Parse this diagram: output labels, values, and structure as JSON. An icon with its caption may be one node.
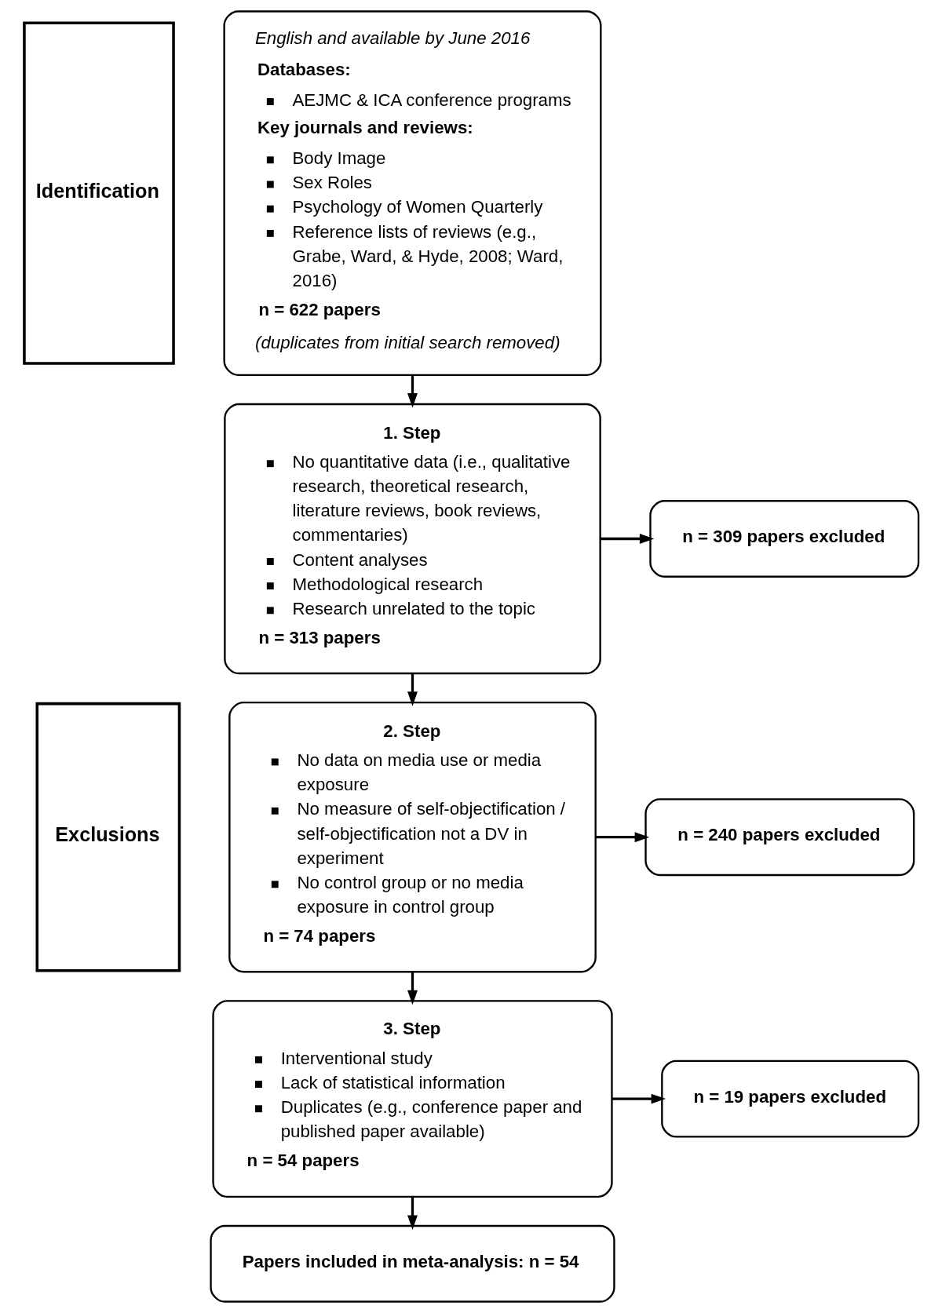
{
  "diagram": {
    "nodes": [
      {
        "text": [
          "Identification"
        ]
      },
      {
        "text": [
          "English and available by June 2016",
          "Databases:",
          "AEJMC & ICA conference programs",
          "Key journals and reviews:",
          "Body Image",
          "Sex Roles",
          "Psychology of Women Quarterly",
          "Reference lists of reviews (e.g., Grabe, Ward, & Hyde, 2008; Ward, 2016)",
          "n = 622 papers",
          "(duplicates from initial search removed)"
        ]
      },
      {
        "text": [
          "Exclusions"
        ]
      },
      {
        "text": [
          "1. Step",
          "No quantitative data (i.e., qualitative research, theoretical research, literature reviews, book reviews, commentaries)",
          "Content analyses",
          "Methodological research",
          "Research unrelated to the topic",
          "n = 313 papers"
        ]
      },
      {
        "text": [
          "n = 309 papers excluded"
        ]
      },
      {
        "text": [
          "2. Step",
          "No data on media use or media exposure",
          "No measure of self-objectification / self-objectification not a DV in experiment",
          "No control group or no media exposure in control group",
          "n = 74 papers"
        ]
      },
      {
        "text": [
          "n = 240 papers excluded"
        ]
      },
      {
        "text": [
          "3. Step",
          "Interventional study",
          "Lack of statistical information",
          "Duplicates (e.g., conference paper and published paper available)",
          "n = 54 papers"
        ]
      },
      {
        "text": [
          "n = 19 papers excluded"
        ]
      },
      {
        "text": [
          "Papers included in meta-analysis: n = 54"
        ]
      }
    ],
    "edges": [
      {
        "from": 1,
        "to": 3,
        "arrow": "to"
      },
      {
        "from": 3,
        "to": 4,
        "arrow": "to"
      },
      {
        "from": 3,
        "to": 5,
        "arrow": "to"
      },
      {
        "from": 5,
        "to": 6,
        "arrow": "to"
      },
      {
        "from": 5,
        "to": 7,
        "arrow": "to"
      },
      {
        "from": 7,
        "to": 8,
        "arrow": "to"
      },
      {
        "from": 7,
        "to": 9,
        "arrow": "to"
      }
    ]
  }
}
